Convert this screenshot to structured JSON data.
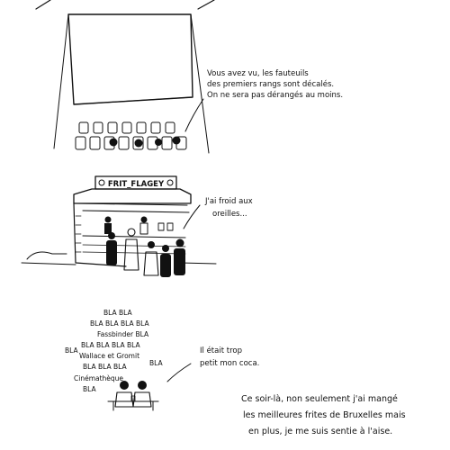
{
  "panel_cinema": {
    "speech": [
      "Vous avez vu, les fauteuils",
      "des premiers rangs sont décalés.",
      "On ne sera pas dérangés au moins."
    ]
  },
  "panel_kiosk": {
    "sign": "FRIT_FLAGEY",
    "speech": [
      "J'ai froid aux",
      "oreilles..."
    ]
  },
  "panel_talk": {
    "bla_lines": [
      "BLA  BLA",
      "BLA BLA  BLA  BLA",
      "Fassbinder  BLA",
      "BLA BLA BLA  BLA",
      "Wallace et Gromit",
      "BLA  BLA  BLA",
      "Cinémathèque",
      "BLA"
    ],
    "bla_left": "BLA",
    "bla_right": "BLA",
    "speech": [
      "Il était trop",
      "petit mon coca."
    ]
  },
  "caption": [
    "Ce soir-là, non seulement j'ai mangé",
    "les meilleures frites de Bruxelles mais",
    "en plus, je me suis sentie à l'aise."
  ]
}
